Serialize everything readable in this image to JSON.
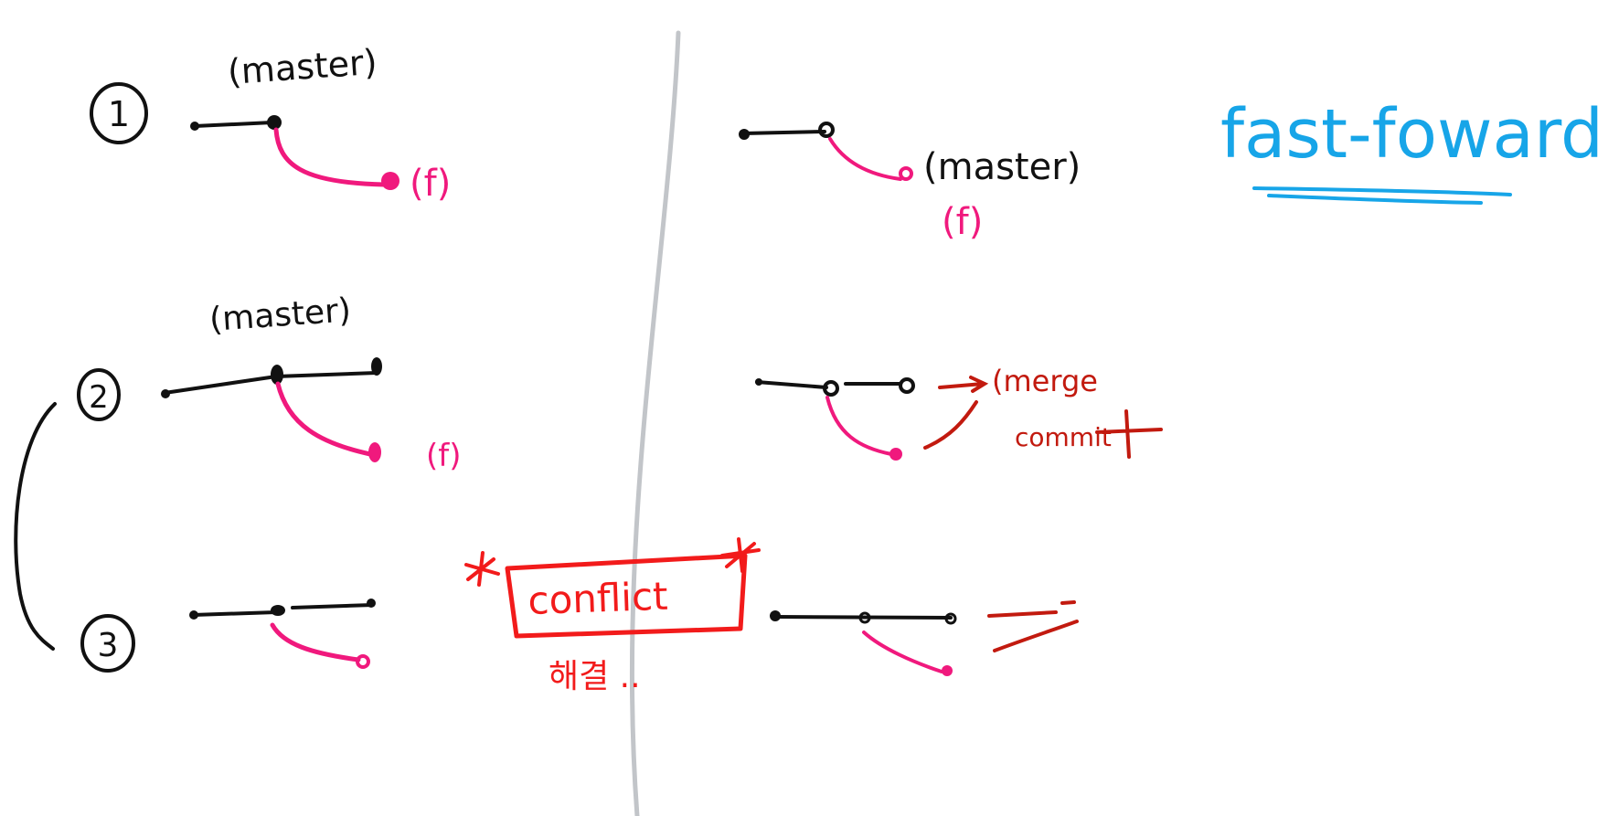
{
  "colors": {
    "black": "#111111",
    "pink": "#f0197d",
    "red": "#f21b1b",
    "dark_red": "#c21a0f",
    "blue": "#17a5e8",
    "divider": "#c2c5c9"
  },
  "left": {
    "step1": {
      "number": "1",
      "master_label": "(master)",
      "branch_label": "(f)"
    },
    "step2": {
      "number": "2",
      "master_label": "(master)",
      "branch_label": "(f)"
    },
    "step3": {
      "number": "3",
      "conflict_label": "conflict",
      "resolve_label": "해결 .."
    }
  },
  "right": {
    "case1": {
      "master_label": "(master)",
      "branch_label": "(f)"
    },
    "case2": {
      "merge_label": "(merge",
      "commit_label": "commit"
    },
    "title": "fast-foward"
  }
}
